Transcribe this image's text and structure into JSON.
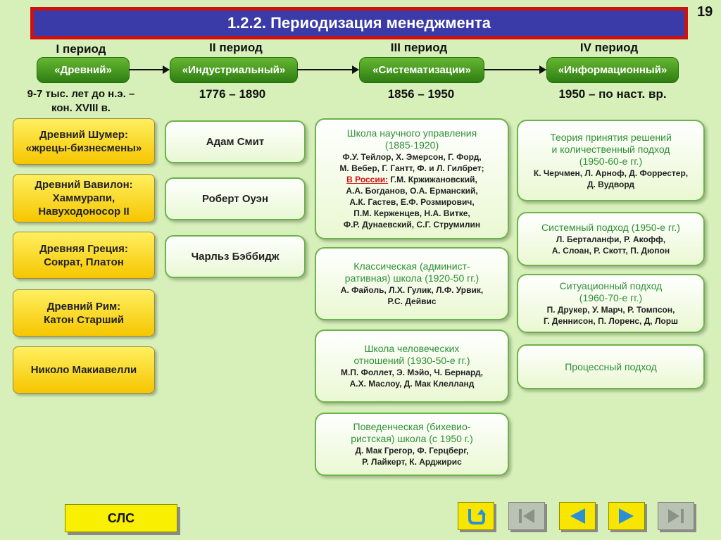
{
  "title": "1.2.2. Периодизация менеджмента",
  "page_number": "19",
  "periods": [
    {
      "label": "I период",
      "name": "«Древний»",
      "dates_line1": "9-7 тыс. лет до н.э. –",
      "dates_line2": "кон. XVIII в."
    },
    {
      "label": "II период",
      "name": "«Индустриальный»",
      "dates": "1776 – 1890"
    },
    {
      "label": "III период",
      "name": "«Систематизации»",
      "dates": "1856 – 1950"
    },
    {
      "label": "IV период",
      "name": "«Информационный»",
      "dates": "1950 – по наст. вр."
    }
  ],
  "ancient": [
    {
      "l1": "Древний Шумер:",
      "l2": "«жрецы-бизнесмены»"
    },
    {
      "l1": "Древний Вавилон:",
      "l2": "Хаммурапи,",
      "l3": "Навуходоносор II"
    },
    {
      "l1": "Древняя Греция:",
      "l2": "Сократ, Платон"
    },
    {
      "l1": "Древний Рим:",
      "l2": "Катон Старший"
    },
    {
      "l1": "Николо Макиавелли"
    }
  ],
  "industrial": [
    "Адам Смит",
    "Роберт Оуэн",
    "Чарльз Бэббидж"
  ],
  "systematization": [
    {
      "h1": "Школа научного управления",
      "h2": "(1885-1920)",
      "p1": "Ф.У. Тейлор, Х. Эмерсон, Г. Форд,",
      "p2": "М. Вебер, Г. Гантт, Ф. и Л. Гилбрет;",
      "red": "В России:",
      "p3": " Г.М. Кржижановский,",
      "p4": "А.А. Богданов, О.А. Ерманский,",
      "p5": "А.К. Гастев, Е.Ф. Розмирович,",
      "p6": "П.М. Керженцев, Н.А. Витке,",
      "p7": "Ф.Р. Дунаевский, С.Г. Струмилин"
    },
    {
      "h1": "Классическая (админист-",
      "h2": "ративная) школа (1920-50 гг.)",
      "p1": "А. Файоль, Л.Х. Гулик, Л.Ф. Урвик,",
      "p2": "Р.С. Дейвис"
    },
    {
      "h1": "Школа человеческих",
      "h2": "отношений (1930-50-е гг.)",
      "p1": "М.П. Фоллет, Э. Мэйо, Ч. Бернард,",
      "p2": "А.Х. Маслоу, Д. Мак Клелланд"
    },
    {
      "h1": "Поведенческая (бихевио-",
      "h2": "ристская) школа (с 1950 г.)",
      "p1": "Д. Мак Грегор, Ф. Герцберг,",
      "p2": "Р. Лайкерт, К. Арджирис"
    }
  ],
  "information": [
    {
      "h1": "Теория принятия решений",
      "h2": "и количественный подход",
      "h3": "(1950-60-е гг.)",
      "p1": "К. Черчмен, Л. Арноф, Д. Форрестер,",
      "p2": "Д. Вудворд"
    },
    {
      "h1": "Системный подход (1950-е гг.)",
      "p1": "Л. Берталанфи, Р. Акофф,",
      "p2": "А. Слоан, Р. Скотт, П. Дюпон"
    },
    {
      "h1": "Ситуационный подход",
      "h2": "(1960-70-е гг.)",
      "p1": "П. Друкер, У. Марч, Р. Томпсон,",
      "p2": "Г. Деннисон, П. Лоренс, Д, Лорш"
    },
    {
      "h1": "Процессный подход"
    }
  ],
  "slc_label": "СЛС",
  "colors": {
    "title_bg": "#3a3aa8",
    "title_border": "#cc1111",
    "background": "#d7f0ba",
    "yellow": "#f8e000",
    "green": "#2e7d12"
  },
  "nav_icons": [
    "return-icon",
    "first-slide-icon",
    "previous-slide-icon",
    "next-slide-icon",
    "last-slide-icon"
  ]
}
